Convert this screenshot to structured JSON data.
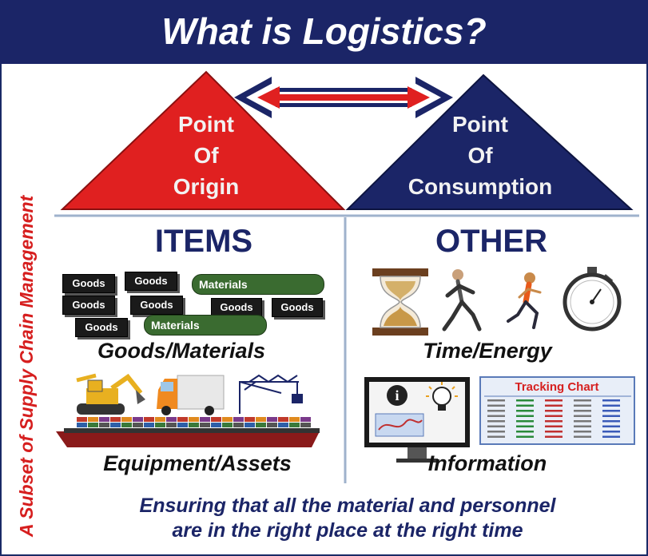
{
  "title": "What is Logistics?",
  "side_label": "A Subset of Supply Chain Management",
  "triangles": {
    "origin": {
      "line1": "Point",
      "line2": "Of",
      "line3": "Origin",
      "color": "#e02020"
    },
    "consumption": {
      "line1": "Point",
      "line2": "Of",
      "line3": "Consumption",
      "color": "#1b2567"
    }
  },
  "columns": {
    "items": {
      "heading": "ITEMS",
      "goods_caption": "Goods/Materials",
      "equipment_caption": "Equipment/Assets",
      "boxes": [
        "Goods",
        "Goods",
        "Goods",
        "Goods",
        "Goods",
        "Goods",
        "Goods"
      ],
      "materials": [
        "Materials",
        "Materials"
      ]
    },
    "other": {
      "heading": "OTHER",
      "time_caption": "Time/Energy",
      "info_caption": "Information",
      "tracking_chart_title": "Tracking Chart"
    }
  },
  "footer": {
    "line1": "Ensuring that all the material and personnel",
    "line2": "are in the right place at the right time"
  },
  "colors": {
    "navy": "#1b2567",
    "red": "#e02020",
    "divider": "#9fb2cc"
  }
}
